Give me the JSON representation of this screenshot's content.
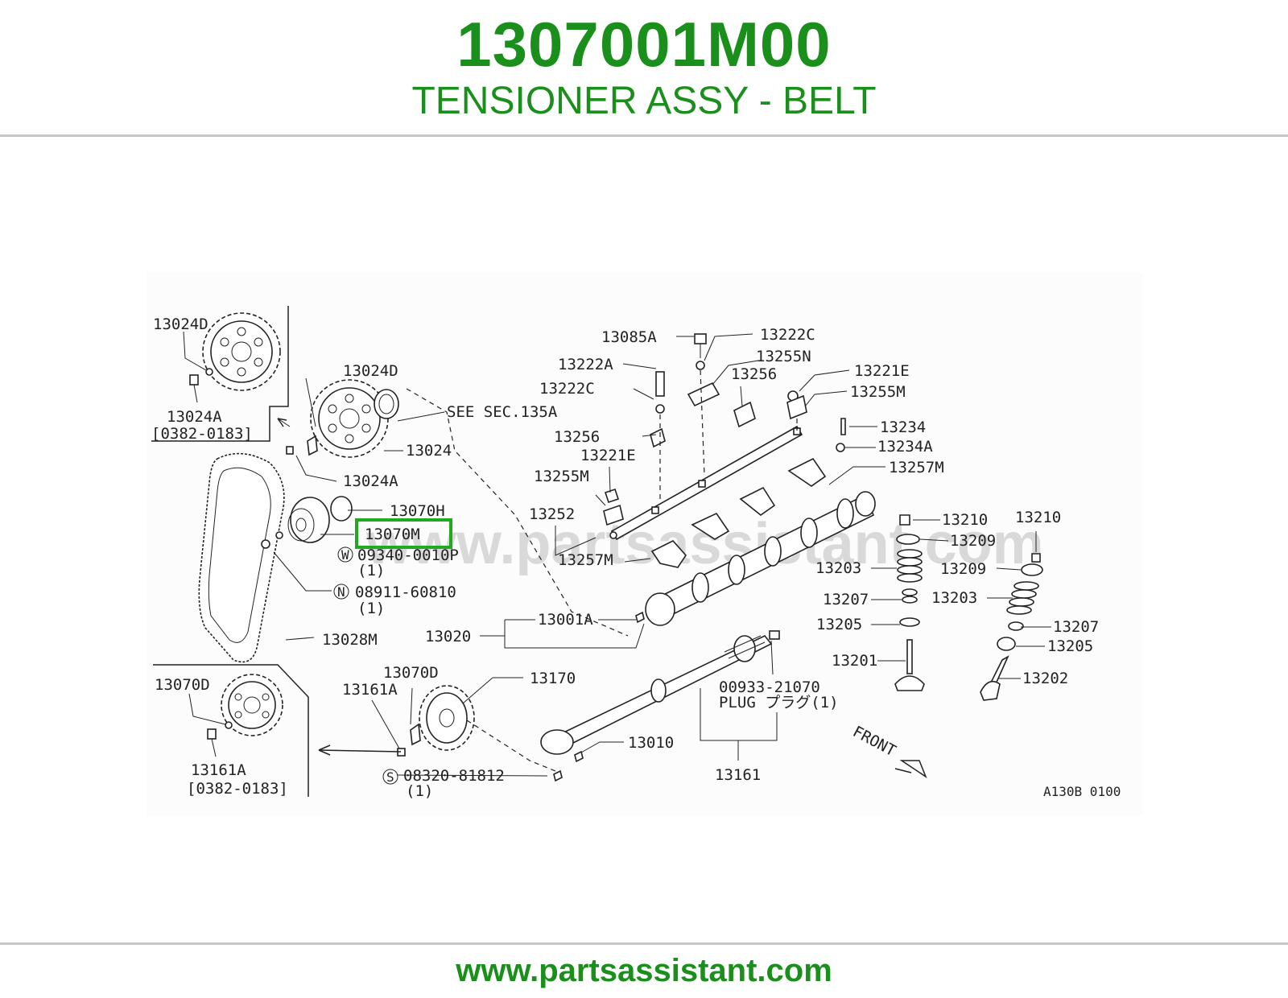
{
  "header": {
    "part_number": "1307001M00",
    "part_name": "TENSIONER ASSY - BELT"
  },
  "footer": {
    "url": "www.partsassistant.com"
  },
  "diagram": {
    "watermark": "www.partsassistant.com",
    "drawing_code": "A130B 0100",
    "see_section": "SEE SEC.135A",
    "front_label": "FRONT",
    "highlight_color": "#1faa1f",
    "highlighted_part": "13070M",
    "callouts": {
      "c13024D_a": "13024D",
      "c13024A_a": "13024A",
      "c0382_a": "[0382-0183]",
      "c13024D_b": "13024D",
      "c13024": "13024",
      "c13024A_b": "13024A",
      "c13070H": "13070H",
      "c13070M": "13070M",
      "c09340": "09340-0010P",
      "c09340_qty": "(1)",
      "c09340_sym": "W",
      "c08911": "08911-60810",
      "c08911_qty": "(1)",
      "c08911_sym": "N",
      "c13028M": "13028M",
      "c13070D_a": "13070D",
      "c13161A_a": "13161A",
      "c0382_b": "[0382-0183]",
      "c13070D_b": "13070D",
      "c13161A_b": "13161A",
      "c13170": "13170",
      "c08320": "08320-81812",
      "c08320_qty": "(1)",
      "c08320_sym": "S",
      "c13010": "13010",
      "c13161": "13161",
      "c00933": "00933-21070",
      "c00933_plug": "PLUG  プラグ(1)",
      "c13020": "13020",
      "c13001A": "13001A",
      "c13252": "13252",
      "c13257M_a": "13257M",
      "c13255M_a": "13255M",
      "c13221E_a": "13221E",
      "c13256_a": "13256",
      "c13222C_a": "13222C",
      "c13222A": "13222A",
      "c13085A": "13085A",
      "c13222C_b": "13222C",
      "c13255N": "13255N",
      "c13256_b": "13256",
      "c13221E_b": "13221E",
      "c13255M_b": "13255M",
      "c13234": "13234",
      "c13234A": "13234A",
      "c13257M_b": "13257M",
      "c13210_a": "13210",
      "c13209_a": "13209",
      "c13203_a": "13203",
      "c13207_a": "13207",
      "c13205_a": "13205",
      "c13201": "13201",
      "c13210_b": "13210",
      "c13209_b": "13209",
      "c13203_b": "13203",
      "c13207_b": "13207",
      "c13205_b": "13205",
      "c13202": "13202"
    }
  }
}
